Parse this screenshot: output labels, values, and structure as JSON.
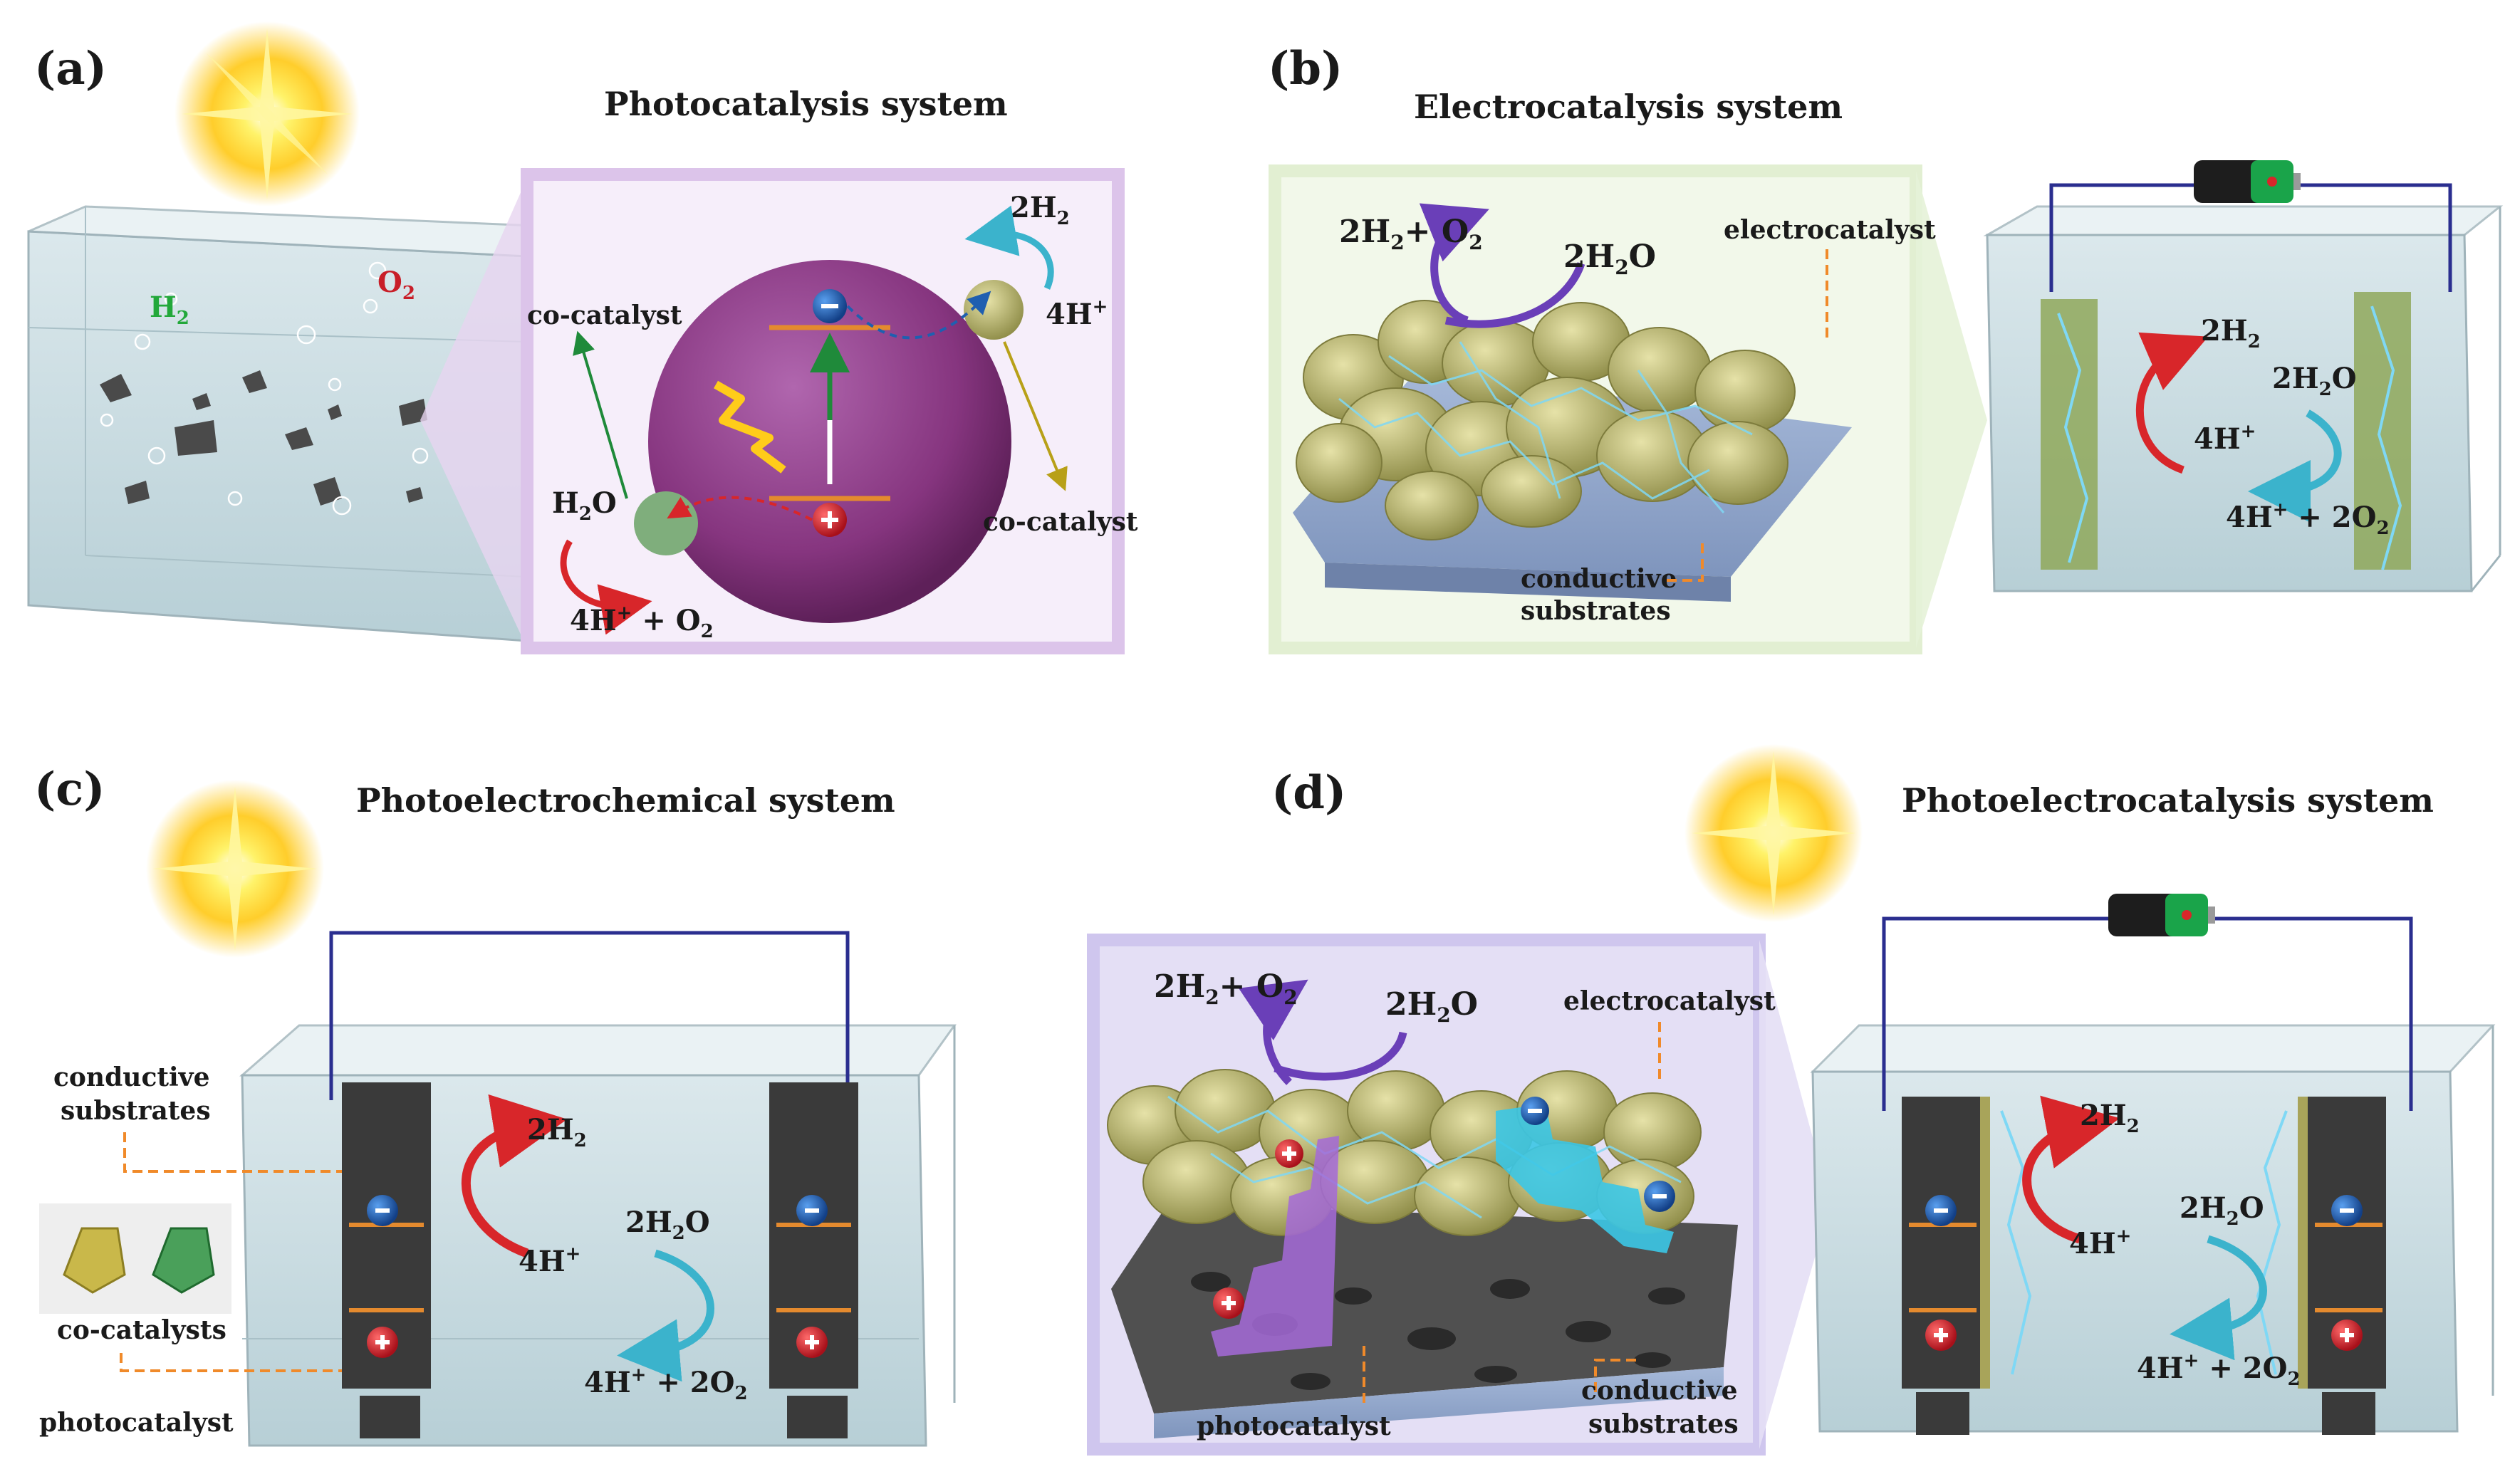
{
  "panels": {
    "a": {
      "label": "(a)",
      "title": "Photocatalysis system",
      "h2": "H",
      "h2_sub": "2",
      "o2": "O",
      "o2_sub": "2",
      "cocat_left": "co-catalyst",
      "cocat_right": "co-catalyst",
      "h2o": "H",
      "h2o_sub": "2",
      "h2o_end": "O",
      "prod_left": "4H",
      "prod_left_sup": "+",
      "prod_left_mid": " + O",
      "prod_left_sub": "2",
      "top_2h2": "2H",
      "top_2h2_sub": "2",
      "top_4h": "4H",
      "top_4h_sup": "+"
    },
    "b": {
      "label": "(b)",
      "title": "Electrocatalysis system",
      "eq_h2": "2H",
      "eq_h2_sub": "2",
      "eq_plus_o": "+ O",
      "eq_o_sub": "2",
      "eq_h2o": "2H",
      "eq_h2o_sub": "2",
      "eq_h2o_end": "O",
      "electrocatalyst": "electrocatalyst",
      "cond_1": "conductive",
      "cond_2": "substrates",
      "cell_2h2": "2H",
      "cell_2h2_sub": "2",
      "cell_4h": "4H",
      "cell_4h_sup": "+",
      "cell_h2o": "2H",
      "cell_h2o_sub": "2",
      "cell_h2o_end": "O",
      "cell_prod": "4H",
      "cell_prod_sup": "+",
      "cell_prod_mid": " + 2O",
      "cell_prod_sub": "2"
    },
    "c": {
      "label": "(c)",
      "title": "Photoelectrochemical system",
      "cond_1": "conductive",
      "cond_2": "substrates",
      "cocats": "co-catalysts",
      "photocat": "photocatalyst",
      "h2": "2H",
      "h2_sub": "2",
      "h4": "4H",
      "h4_sup": "+",
      "h2o": "2H",
      "h2o_sub": "2",
      "h2o_end": "O",
      "prod": "4H",
      "prod_sup": "+",
      "prod_mid": " + 2O",
      "prod_sub": "2"
    },
    "d": {
      "label": "(d)",
      "title": "Photoelectrocatalysis system",
      "eq_h2": "2H",
      "eq_h2_sub": "2",
      "eq_plus_o": "+ O",
      "eq_o_sub": "2",
      "eq_h2o": "2H",
      "eq_h2o_sub": "2",
      "eq_h2o_end": "O",
      "electrocatalyst": "electrocatalyst",
      "photocat": "photocatalyst",
      "cond_1": "conductive",
      "cond_2": "substrates",
      "h2": "2H",
      "h2_sub": "2",
      "h4": "4H",
      "h4_sup": "+",
      "h2o": "2H",
      "h2o_sub": "2",
      "h2o_end": "O",
      "prod": "4H",
      "prod_sup": "+",
      "prod_mid": " + 2O",
      "prod_sub": "2"
    }
  },
  "colors": {
    "water": "#c9dde3",
    "tank_edge": "#9fb3ba",
    "sphere": "#8b3a88",
    "electron": "#1f5fb0",
    "hole": "#d0202a",
    "arrow_red": "#d8262a",
    "arrow_cyan": "#3bb3cc",
    "arrow_purple": "#6a3fb8",
    "wire": "#2a2e8f",
    "leader": "#f08a2a",
    "leaf": "#b8b36a",
    "electrode": "#3a3a3a",
    "sun": "#ffd21a",
    "glow_purple": "#e7d4f0",
    "glow_green": "#e6f2d8"
  },
  "icons": [
    "sun-icon",
    "battery-icon",
    "lightning-icon",
    "electron-icon",
    "hole-icon"
  ]
}
